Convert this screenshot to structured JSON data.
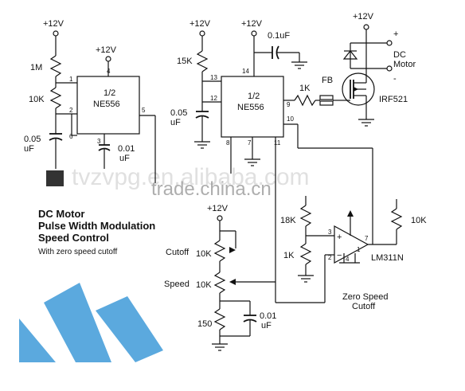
{
  "title": {
    "line1": "DC Motor",
    "line2": "Pulse Width Modulation",
    "line3": "Speed Control",
    "subtitle": "With zero speed cutoff"
  },
  "watermarks": {
    "top": "tvzvpg.en.alibaba.com",
    "middle": "trade.china.cn"
  },
  "ic_left": {
    "line1": "1/2",
    "line2": "NE556",
    "pins": [
      "1",
      "2",
      "4",
      "5",
      "6",
      "3"
    ]
  },
  "ic_right": {
    "line1": "1/2",
    "line2": "NE556",
    "pins": [
      "13",
      "12",
      "14",
      "9",
      "10",
      "8",
      "7",
      "11"
    ]
  },
  "supplies": {
    "v1": "+12V",
    "v2": "+12V",
    "v3": "+12V",
    "v4": "+12V",
    "v5": "+12V",
    "v6": "+12V"
  },
  "components": {
    "r_1m": "1M",
    "r_10k_left": "10K",
    "c_005_left_a": "0.05",
    "c_005_left_b": "uF",
    "c_001_left_a": "0.01",
    "c_001_left_b": "uF",
    "r_15k": "15K",
    "c_005_right_a": "0.05",
    "c_005_right_b": "uF",
    "c_01uf": "0.1uF",
    "r_1k": "1K",
    "fb": "FB",
    "mosfet": "IRF521",
    "motor_a": "DC",
    "motor_b": "Motor",
    "motor_plus": "+",
    "motor_minus": "-",
    "r_18k": "18K",
    "r_1k_div": "1K",
    "comparator": "LM311N",
    "r_10k_pullup": "10K",
    "cutoff_label": "Cutoff",
    "cutoff_pot": "10K",
    "speed_label": "Speed",
    "speed_pot": "10K",
    "r_150": "150",
    "c_001_bottom_a": "0.01",
    "c_001_bottom_b": "uF",
    "zero_speed_a": "Zero Speed",
    "zero_speed_b": "Cutoff"
  },
  "comparator_pins": [
    "3",
    "2",
    "7",
    "1",
    "4"
  ],
  "colors": {
    "logo": "#3e9ad8",
    "ink": "#111111"
  }
}
